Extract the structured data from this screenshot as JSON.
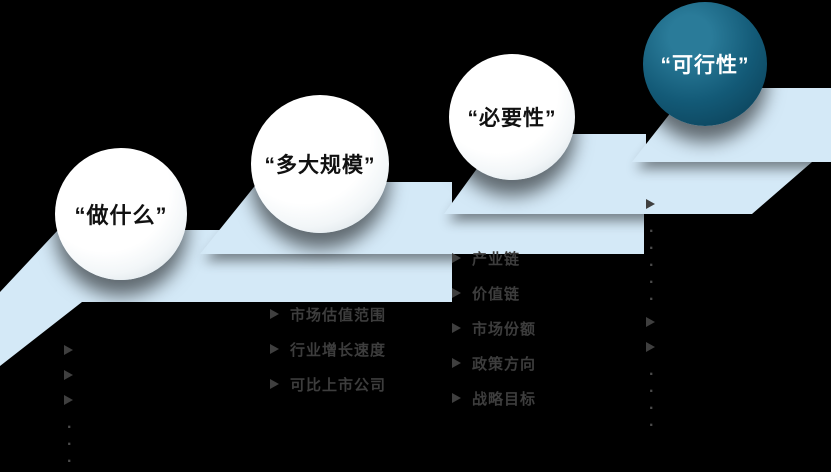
{
  "background_color": "#000000",
  "band_color": "#d4e9f7",
  "dark_circle_color": "#0a3d52",
  "icons": {
    "bullet_marker": "➢"
  },
  "circles": [
    {
      "label": "“做什么”",
      "variant": "light"
    },
    {
      "label": "“多大规模”",
      "variant": "light"
    },
    {
      "label": "“必要性”",
      "variant": "light"
    },
    {
      "label": "“可行性”",
      "variant": "dark"
    }
  ],
  "lists": [
    {
      "items": [
        {
          "type": "empty"
        },
        {
          "type": "empty"
        },
        {
          "type": "empty"
        },
        {
          "type": "vdots",
          "dots": "·\n·\n·"
        }
      ]
    },
    {
      "items": [
        {
          "type": "text",
          "text": "市场估值范围"
        },
        {
          "type": "text",
          "text": "行业增长速度"
        },
        {
          "type": "text",
          "text": "可比上市公司"
        }
      ]
    },
    {
      "items": [
        {
          "type": "text",
          "text": "产业链"
        },
        {
          "type": "text",
          "text": "价值链"
        },
        {
          "type": "text",
          "text": "市场份额"
        },
        {
          "type": "text",
          "text": "政策方向"
        },
        {
          "type": "text",
          "text": "战略目标"
        }
      ]
    },
    {
      "items": [
        {
          "type": "empty"
        },
        {
          "type": "vdots",
          "dots": "·\n·\n·\n·\n·"
        },
        {
          "type": "empty"
        },
        {
          "type": "empty"
        },
        {
          "type": "vdots",
          "dots": "·\n·\n·\n·"
        }
      ]
    }
  ]
}
